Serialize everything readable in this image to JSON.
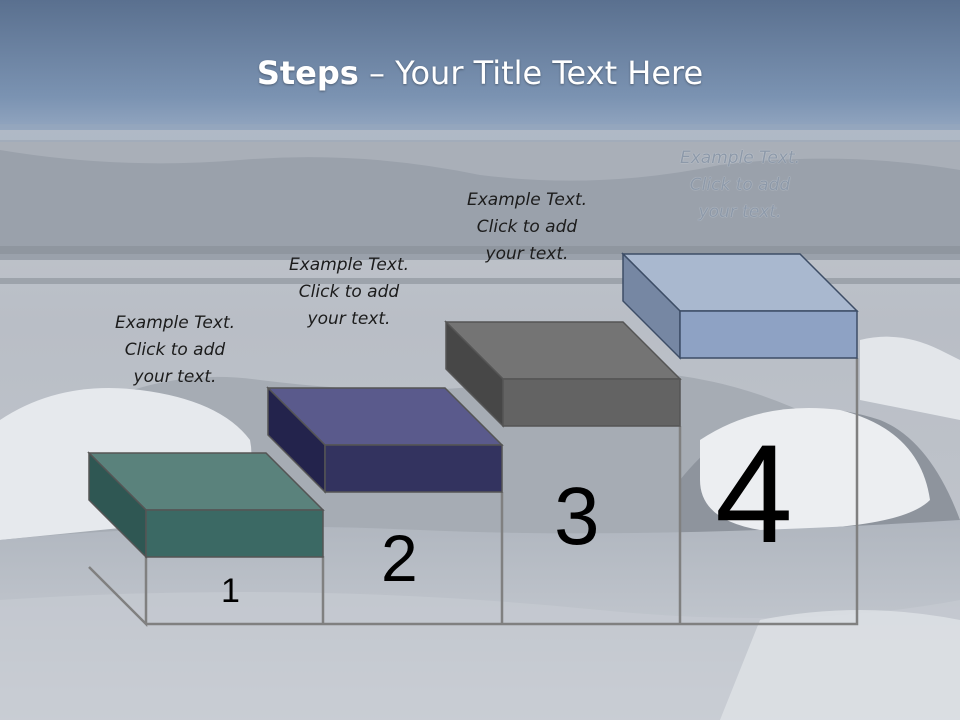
{
  "title": {
    "bold": "Steps",
    "rest": " – Your Title Text Here"
  },
  "steps": [
    {
      "number": "1",
      "line1": "Example Text.",
      "line2": "Click  to add",
      "line3": "your text.",
      "color": "#4e7670"
    },
    {
      "number": "2",
      "line1": "Example Text.",
      "line2": "Click  to add",
      "line3": "your text.",
      "color": "#3a3a72"
    },
    {
      "number": "3",
      "line1": "Example Text.",
      "line2": "Click  to add",
      "line3": "your text.",
      "color": "#6c6c6c"
    },
    {
      "number": "4",
      "line1": "Example Text.",
      "line2": "Click  to add",
      "line3": "your text.",
      "color": "#8fa3c3"
    }
  ]
}
